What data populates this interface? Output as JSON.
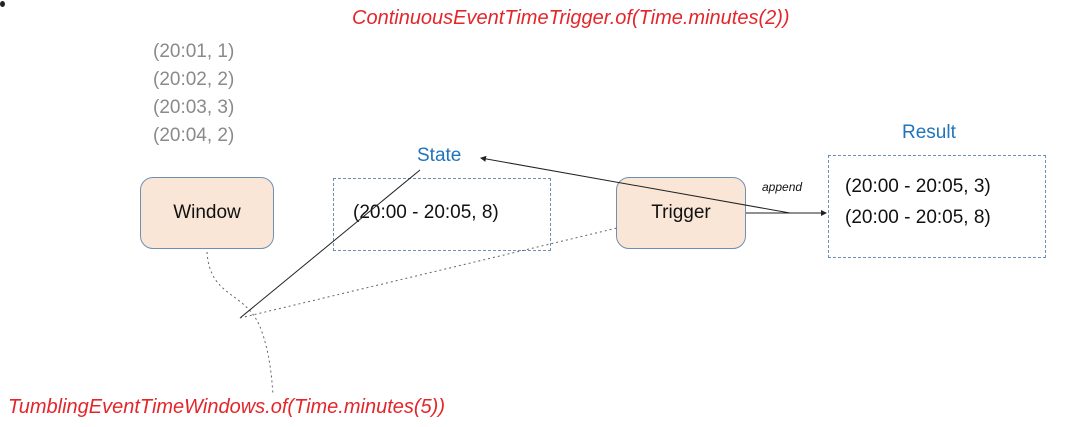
{
  "captions": {
    "trigger": "ContinuousEventTimeTrigger.of(Time.minutes(2))",
    "window_assigner": "TumblingEventTimeWindows.of(Time.minutes(5))"
  },
  "events": [
    "(20:01, 1)",
    "(20:02, 2)",
    "(20:03, 3)",
    "(20:04, 2)"
  ],
  "window": {
    "label": "Window"
  },
  "state": {
    "label": "State",
    "value": "(20:00 - 20:05, 8)"
  },
  "trigger": {
    "label": "Trigger"
  },
  "append_label": "append",
  "result": {
    "label": "Result",
    "lines": [
      "(20:00 - 20:05, 3)",
      "(20:00 - 20:05, 8)"
    ]
  },
  "colors": {
    "caption_red": "#e3262b",
    "label_blue": "#1f74bd",
    "event_grey": "#8a8a8a",
    "box_fill": "#fae6d6",
    "box_border": "#6f8fb5"
  }
}
